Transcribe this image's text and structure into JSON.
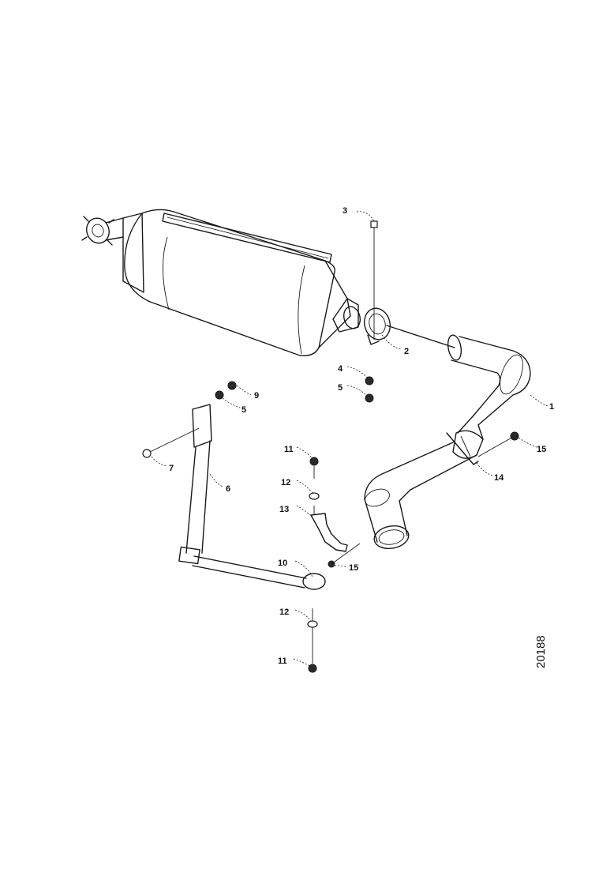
{
  "drawing": {
    "reference_number": "20188",
    "callouts": {
      "c1": "1",
      "c2": "2",
      "c3": "3",
      "c4": "4",
      "c5a": "5",
      "c5b": "5",
      "c6": "6",
      "c7": "7",
      "c9": "9",
      "c10": "10",
      "c11a": "11",
      "c11b": "11",
      "c12a": "12",
      "c12b": "12",
      "c13": "13",
      "c14": "14",
      "c15a": "15",
      "c15b": "15"
    }
  }
}
